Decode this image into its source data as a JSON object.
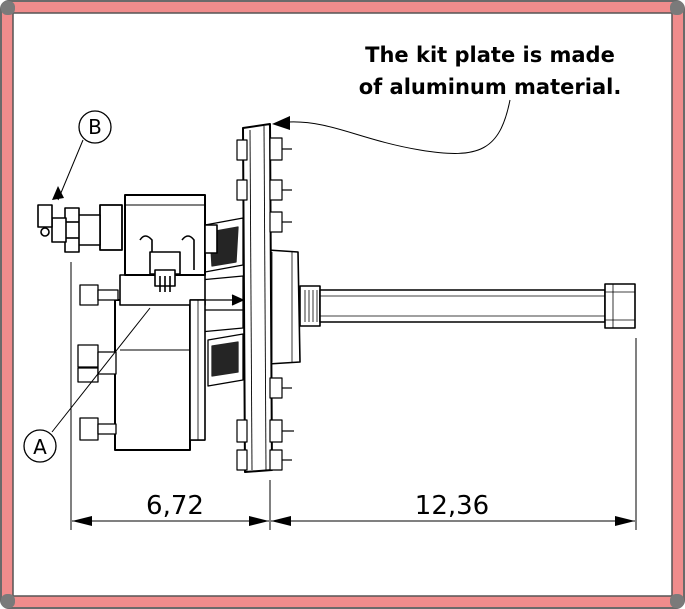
{
  "note": {
    "line1": "The kit plate is made",
    "line2": "of aluminum material."
  },
  "callouts": {
    "a": "A",
    "b": "B"
  },
  "dimensions": {
    "left": "6,72",
    "right": "12,36"
  },
  "colors": {
    "frame": "#f08c8c",
    "frame_border": "#6a6a6a",
    "ink": "#000000"
  }
}
